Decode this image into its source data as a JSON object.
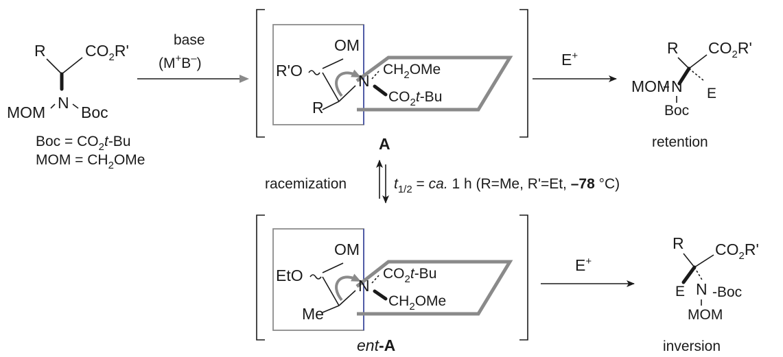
{
  "start": {
    "R": "R",
    "CO2R": "CO",
    "CO2R_sub": "2",
    "CO2R_tail": "R'",
    "N": "N",
    "MOM": "MOM",
    "Boc": "Boc",
    "def1_a": "Boc = CO",
    "def1_sub": "2",
    "def1_t": "t",
    "def1_b": "-Bu",
    "def2_a": "MOM = CH",
    "def2_sub": "2",
    "def2_b": "OMe"
  },
  "step1": {
    "line1": "base",
    "line2_a": "(M",
    "line2_sup": "+",
    "line2_b": "B",
    "line2_sup2": "–",
    "line2_c": ")"
  },
  "A": {
    "OM": "OM",
    "RO": "R'O",
    "R": "R",
    "N": "N",
    "ch2ome_a": "CH",
    "ch2ome_sub": "2",
    "ch2ome_b": "OMe",
    "co2tbu_a": "CO",
    "co2tbu_sub": "2",
    "co2tbu_t": "t",
    "co2tbu_b": "-Bu",
    "label": "A"
  },
  "entA": {
    "OM": "OM",
    "EtO": "EtO",
    "Me": "Me",
    "N": "N",
    "co2tbu_a": "CO",
    "co2tbu_sub": "2",
    "co2tbu_t": "t",
    "co2tbu_b": "-Bu",
    "ch2ome_a": "CH",
    "ch2ome_sub": "2",
    "ch2ome_b": "OMe",
    "label_it": "ent",
    "label_b": "-A"
  },
  "eq": {
    "racemization": "racemization",
    "t": "t",
    "t_sub": "1/2",
    "eq_sign": " = ",
    "ca": "ca.",
    "rest": " 1 h (R=Me, R'=Et, ",
    "temp": "–78",
    "deg": " °C)"
  },
  "E_top": {
    "a": "E",
    "sup": "+"
  },
  "E_bot": {
    "a": "E",
    "sup": "+"
  },
  "retention": {
    "R": "R",
    "CO2R": "CO",
    "CO2R_sub": "2",
    "CO2R_tail": "R'",
    "MOM": "MOM",
    "N": "N",
    "E": "E",
    "Boc": "Boc",
    "label": "retention"
  },
  "inversion": {
    "R": "R",
    "CO2R": "CO",
    "CO2R_sub": "2",
    "CO2R_tail": "R'",
    "E": "E",
    "N": "N",
    "Boc": "-Boc",
    "MOM": "MOM",
    "label": "inversion"
  }
}
